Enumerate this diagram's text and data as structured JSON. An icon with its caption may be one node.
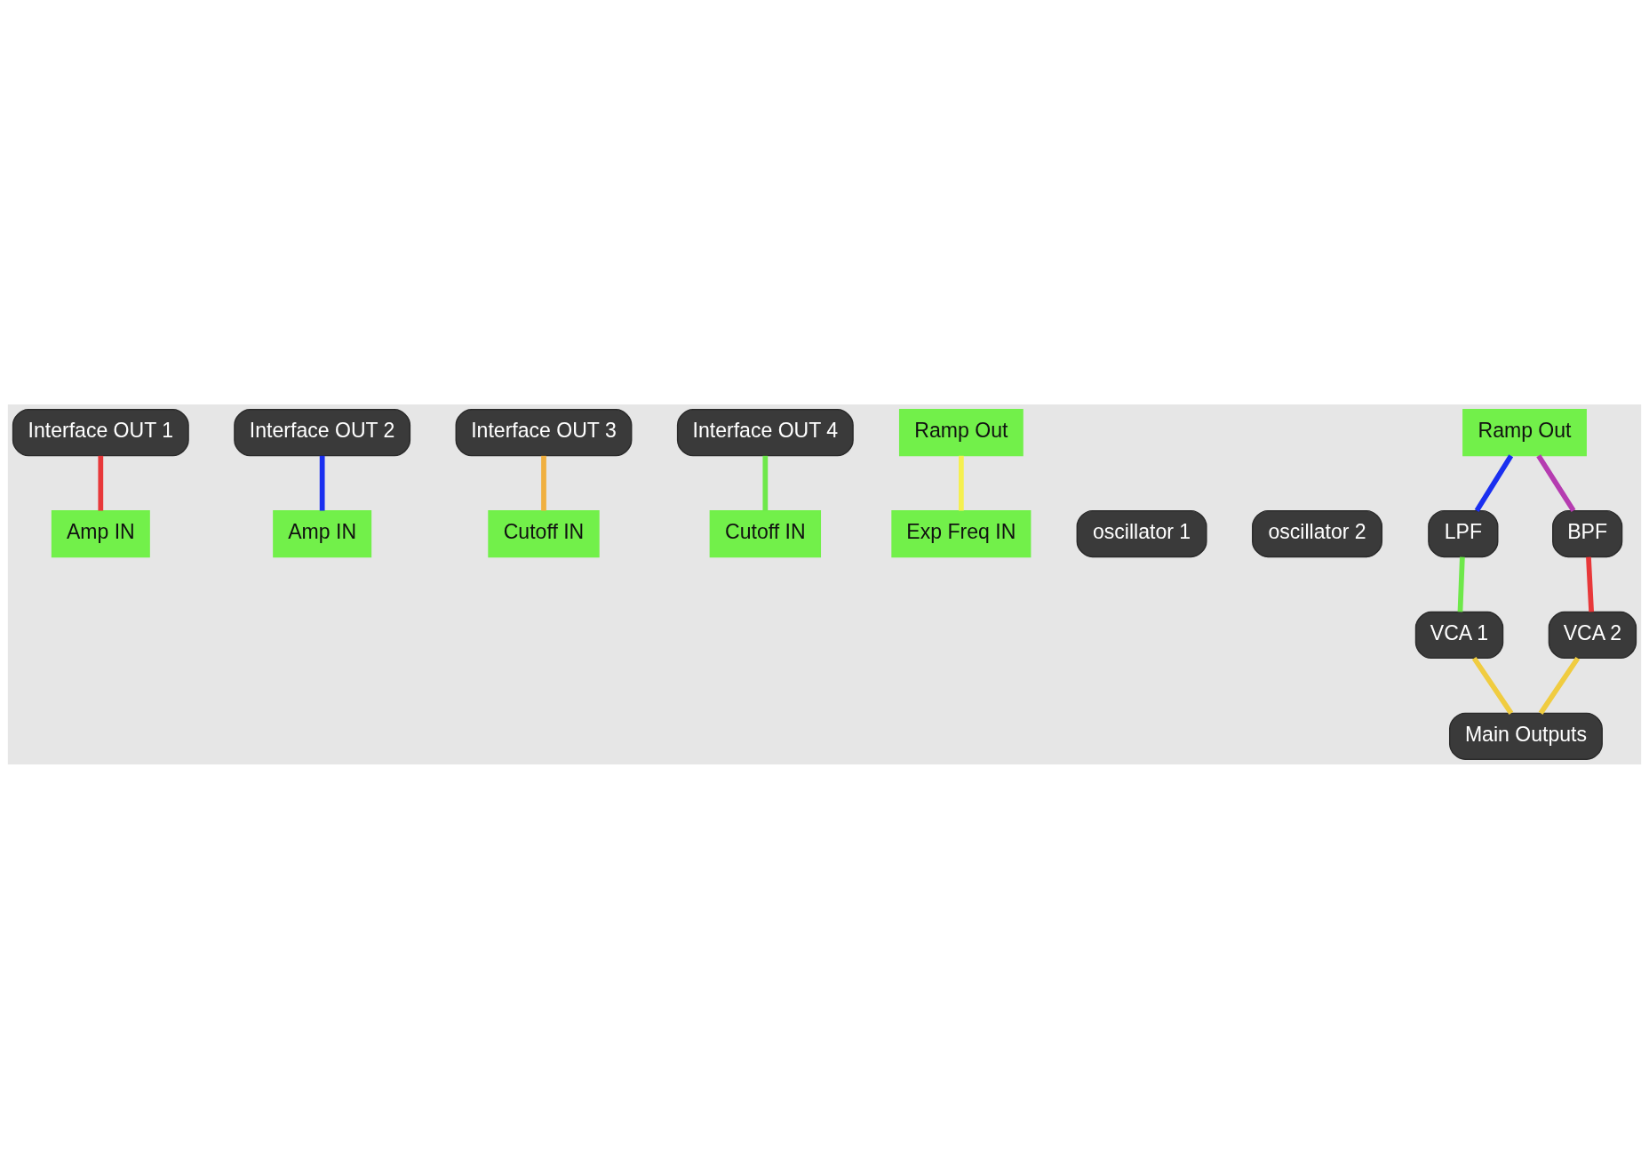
{
  "diagram": {
    "nodes": [
      {
        "text": [
          "Interface OUT 1"
        ]
      },
      {
        "text": [
          "Interface OUT 2"
        ]
      },
      {
        "text": [
          "Interface OUT 3"
        ]
      },
      {
        "text": [
          "Interface OUT 4"
        ]
      },
      {
        "text": [
          "Exp Freq IN"
        ]
      },
      {
        "text": [
          "Cutoff IN"
        ]
      },
      {
        "text": [
          "Cutoff IN"
        ]
      },
      {
        "text": [
          "oscillator 1"
        ]
      },
      {
        "text": [
          "oscillator 2"
        ]
      },
      {
        "text": [
          "LPF"
        ]
      },
      {
        "text": [
          "BPF"
        ]
      },
      {
        "text": [
          "Ramp Out"
        ]
      },
      {
        "text": [
          "Ramp Out"
        ]
      },
      {
        "text": [
          "Amp IN"
        ]
      },
      {
        "text": [
          "Amp IN"
        ]
      },
      {
        "text": [
          "VCA 1"
        ]
      },
      {
        "text": [
          "VCA 2"
        ]
      },
      {
        "text": [
          "Main Outputs"
        ]
      }
    ],
    "edges": [
      {
        "from": 0,
        "to": 13,
        "arrow": "none",
        "color": "#e8383a"
      },
      {
        "from": 1,
        "to": 14,
        "arrow": "none",
        "color": "#1a2ff0"
      },
      {
        "from": 2,
        "to": 5,
        "arrow": "none",
        "color": "#f0b040"
      },
      {
        "from": 3,
        "to": 6,
        "arrow": "none",
        "color": "#6ee84a"
      },
      {
        "from": 12,
        "to": 4,
        "arrow": "none",
        "color": "#f5f050"
      },
      {
        "from": 11,
        "to": 10,
        "arrow": "none",
        "color": "#b53cb0"
      },
      {
        "from": 11,
        "to": 9,
        "arrow": "none",
        "color": "#1a2ff0"
      },
      {
        "from": 9,
        "to": 15,
        "arrow": "none",
        "color": "#6ee84a"
      },
      {
        "from": 10,
        "to": 16,
        "arrow": "none",
        "color": "#e8383a"
      },
      {
        "from": 15,
        "to": 17,
        "arrow": "none",
        "color": "#f0cc40"
      },
      {
        "from": 16,
        "to": 17,
        "arrow": "none",
        "color": "#f0cc40"
      }
    ]
  }
}
